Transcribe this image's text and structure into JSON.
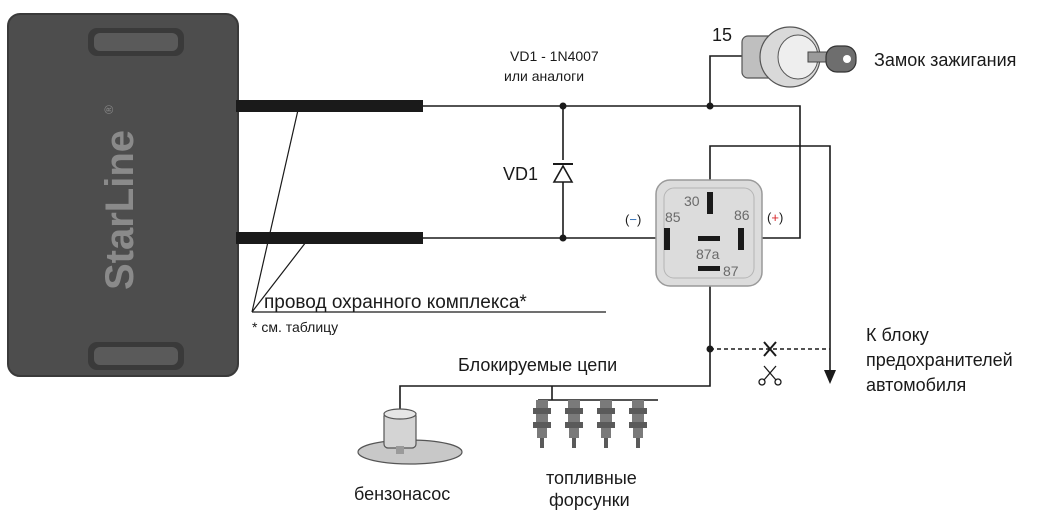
{
  "colors": {
    "wire": "#1a1a1a",
    "unit_body": "#4d4d4d",
    "unit_border": "#3a3a3a",
    "brand_text": "#8a8a8a",
    "relay_fill": "#dcdcdc",
    "relay_border": "#9a9a9a",
    "minus_sign": "#2e6db5",
    "plus_sign": "#d8262a",
    "device_gray": "#7a7a7a"
  },
  "unit": {
    "brand": "StarLine",
    "registered_mark": "®"
  },
  "diode": {
    "spec_line1": "VD1 - 1N4007",
    "spec_line2": "или аналоги",
    "label": "VD1"
  },
  "ignition": {
    "terminal": "15",
    "label": "Замок зажигания"
  },
  "relay": {
    "pin_30": "30",
    "pin_85": "85",
    "pin_86": "86",
    "pin_87a": "87a",
    "pin_87": "87",
    "minus": "(−)",
    "plus": "(+)",
    "minus_symbol": "−",
    "plus_symbol": "+"
  },
  "wire_label": {
    "main": "провод охранного комплекса*",
    "note": "* см. таблицу"
  },
  "blocked": {
    "title": "Блокируемые цепи"
  },
  "fuse_block": {
    "line1": "К блоку",
    "line2": "предохранителей",
    "line3": "автомобиля"
  },
  "devices": {
    "pump": "бензонасос",
    "injectors_line1": "топливные",
    "injectors_line2": "форсунки"
  }
}
